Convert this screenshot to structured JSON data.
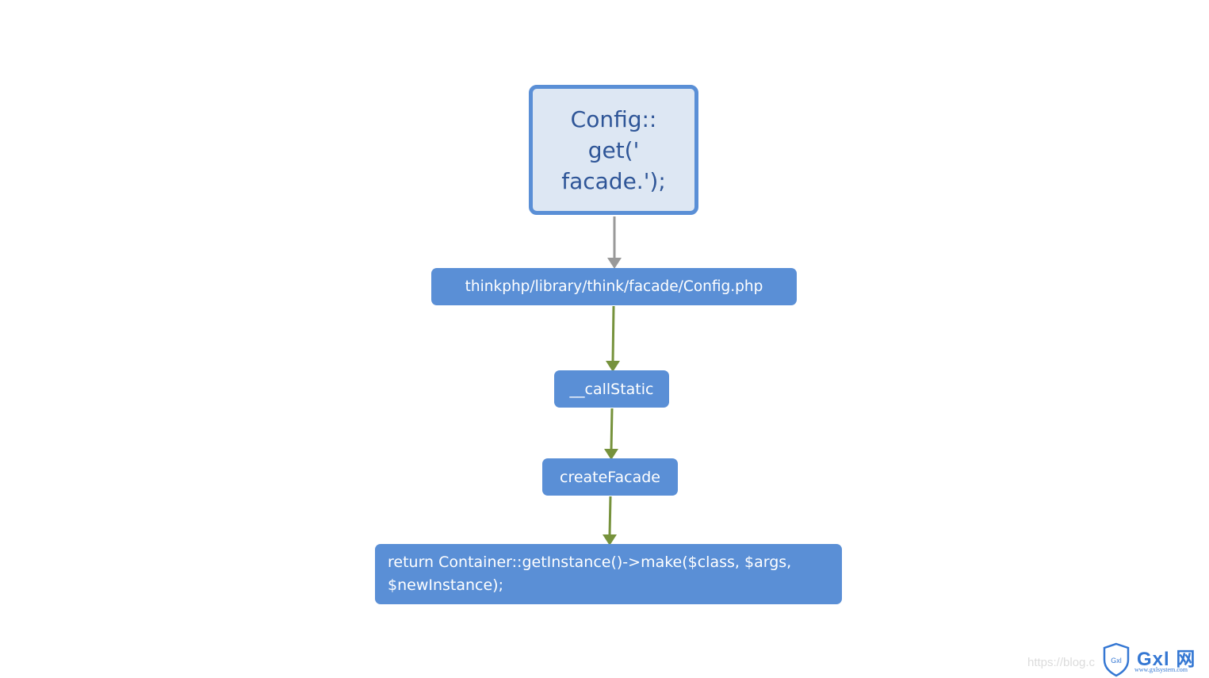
{
  "diagram": {
    "start_node": {
      "lines": [
        "Config::",
        "get('",
        "facade.');"
      ]
    },
    "nodes": [
      {
        "label": "thinkphp/library/think/facade/Config.php"
      },
      {
        "label": "__callStatic"
      },
      {
        "label": "createFacade"
      },
      {
        "label": "return Container::getInstance()->make($class, $args, $newInstance);"
      }
    ],
    "edges": [
      {
        "from": "start",
        "to": "node-1",
        "color": "#999999"
      },
      {
        "from": "node-1",
        "to": "node-2",
        "color": "#76923c"
      },
      {
        "from": "node-2",
        "to": "node-3",
        "color": "#76923c"
      },
      {
        "from": "node-3",
        "to": "node-4",
        "color": "#76923c"
      }
    ],
    "colors": {
      "node_fill": "#5a8fd6",
      "start_fill": "#dde7f3",
      "start_border": "#5a8fd6",
      "start_text": "#2e5597"
    }
  },
  "watermark": {
    "url": "https://blog.c",
    "shield_text": "Gxl",
    "brand": "Gxl 网",
    "site": "www.gxlsystem.com"
  }
}
